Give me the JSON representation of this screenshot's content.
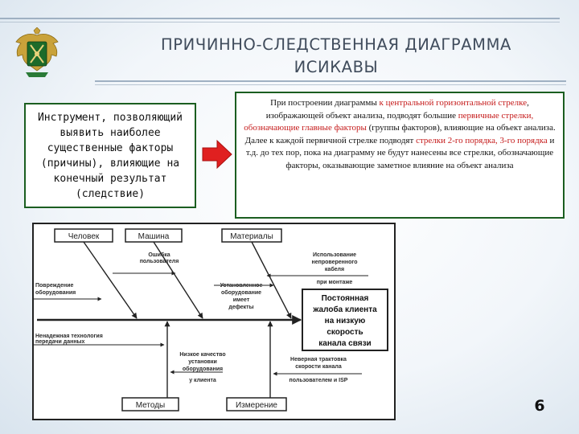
{
  "title": {
    "line1": "ПРИЧИННО-СЛЕДСТВЕННАЯ ДИАГРАММА",
    "line2": "ИСИКАВЫ"
  },
  "definition_box": {
    "text": "Инструмент, позволяющий выявить наиболее существенные факторы (причины), влияющие на конечный результат (следствие)"
  },
  "description_box": {
    "p1": "При построении диаграммы ",
    "p2": "к центральной горизонтальной стрелке",
    "p3": ", изображающей объект анализа, подводят большие ",
    "p4": "первичные стрелки, обозначающие главные факторы",
    "p5": " (группы факторов), влияющие на объект анализа. Далее к каждой первичной стрелке подводят ",
    "p6": "стрелки 2-го порядка, 3-го порядка",
    "p7": " и т.д. до тех пор, пока на диаграмму не будут нанесены все стрелки, обозначающие факторы, оказывающие заметное влияние на объект анализа"
  },
  "diagram": {
    "categories": {
      "people": "Человек",
      "machine": "Машина",
      "materials": "Материалы",
      "methods": "Методы",
      "measurement": "Измерение"
    },
    "effect": [
      "Постоянная",
      "жалоба клиента",
      "на низкую",
      "скорость",
      "канала связи"
    ],
    "causes": {
      "user_error": [
        "Ошибка",
        "пользователя"
      ],
      "equipment_damage": [
        "Повреждение",
        "оборудования"
      ],
      "installed_equipment": [
        "Установленное",
        "оборудование",
        "имеет",
        "дефекты"
      ],
      "unusable_cable": [
        "Использование",
        "непроверенного",
        "кабеля",
        "при монтаже"
      ],
      "unreliable_tech": [
        "Ненадежная технология",
        "передачи данных"
      ],
      "low_quality_equipment": [
        "Низкое качество",
        "установки",
        "оборудования",
        "у клиента"
      ],
      "incorrect_interpretation": [
        "Неверная трактовка",
        "скорости канала",
        "пользователем и ISP"
      ]
    }
  },
  "colors": {
    "border_green": "#1b5e20",
    "title_text": "#404c5c",
    "highlight_red": "#c51a1a",
    "arrow_red": "#e02020"
  },
  "page_number": "6"
}
